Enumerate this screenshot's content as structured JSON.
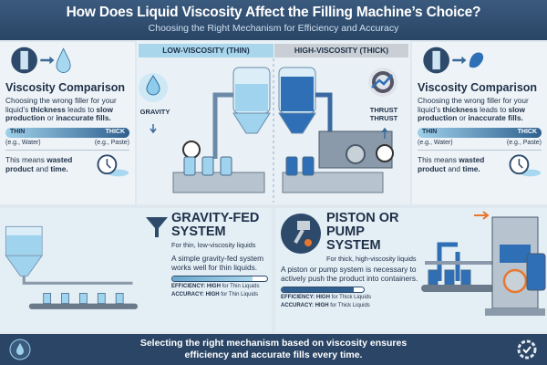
{
  "header": {
    "title": "How Does Liquid Viscosity Affect the Filling Machine’s Choice?",
    "subtitle": "Choosing the Right Mechanism for Efficiency and Accuracy"
  },
  "left_panel": {
    "title": "Viscosity Comparison",
    "text_a": "Choosing the wrong filler for your liquid’s ",
    "text_b": "thickness",
    "text_c": " leads to ",
    "text_d": "slow production",
    "text_e": " or ",
    "text_f": "inaccurate fills.",
    "bar_left": "THIN",
    "bar_right": "THICK",
    "eg_left": "(e.g., Water)",
    "eg_right": "(e.g., Paste)",
    "waste_a": "This means ",
    "waste_b": "wasted product",
    "waste_c": " and ",
    "waste_d": "time."
  },
  "right_panel": {
    "title": "Viscosity Comparison",
    "text_a": "Choosing the wrong filler for your liquid’s ",
    "text_b": "thickness",
    "text_c": " leads to ",
    "text_d": "slow production",
    "text_e": " or ",
    "text_f": "inaccurate fills.",
    "bar_left": "THIN",
    "bar_right": "THICK",
    "eg_left": "(e.g., Water)",
    "eg_right": "(e.g., Paste)",
    "waste_a": "This means ",
    "waste_b": "wasted product",
    "waste_c": " and ",
    "waste_d": "time."
  },
  "center": {
    "low_header": "LOW-VISCOSITY (THIN)",
    "high_header": "HIGH-VISCOSITY (THICK)",
    "gravity_label": "GRAVITY",
    "thrust_label_1": "THRUST",
    "thrust_label_2": "THRUST"
  },
  "gravity_system": {
    "title_1": "GRAVITY-FED",
    "title_2": "SYSTEM",
    "subtitle": "For thin, low-viscosity liquids",
    "description": "A simple gravity-fed system works well for thin liquids.",
    "progress": 0.85,
    "efficiency_label": "EFFICIENCY:",
    "efficiency_value": "HIGH",
    "efficiency_note": "for Thin Liquids",
    "accuracy_label": "ACCURACY:",
    "accuracy_value": "HIGH",
    "accuracy_note": "for Thin Liquids"
  },
  "piston_system": {
    "title_1": "PISTON OR",
    "title_2": "PUMP SYSTEM",
    "subtitle": "For thick, high-viscosity liquids",
    "description": "A piston or pump system is necessary to actively push the product into containers.",
    "progress": 0.88,
    "efficiency_label": "EFFICIENCY:",
    "efficiency_value": "HIGH",
    "efficiency_note": "for Thick Liquids",
    "accuracy_label": "ACCURACY:",
    "accuracy_value": "HIGH",
    "accuracy_note": "for Thick Liquids"
  },
  "footer": {
    "line_1": "Selecting the right mechanism based on viscosity ensures",
    "line_2": "efficiency and accurate fills every time."
  },
  "colors": {
    "navy": "#2a4565",
    "light_blue": "#9fd0ea",
    "deep_blue": "#2e6fb5"
  }
}
